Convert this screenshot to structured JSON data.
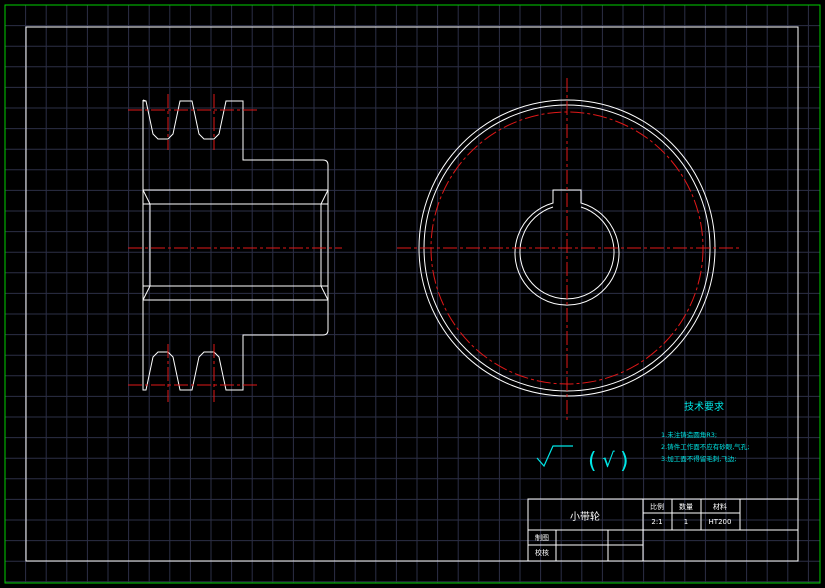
{
  "colors": {
    "background": "#000000",
    "grid": "#2c2f46",
    "outer_frame": "#00d000",
    "lines": "#ffffff",
    "centerlines": "#e01818",
    "notes": "#00e6e6"
  },
  "notes": {
    "heading": "技术要求",
    "items": [
      "1.未注铸造圆角R3;",
      "2.铸件工作面不应有砂眼,气孔;",
      "3.加工面不得留毛刺,飞边;"
    ]
  },
  "roughness": {
    "symbol": "√",
    "paren_open": "(",
    "paren_check": "√",
    "paren_close": ")"
  },
  "title_block": {
    "part_name": "小带轮",
    "headers": {
      "scale": "比例",
      "quantity": "数量",
      "material": "材料"
    },
    "values": {
      "scale": "2:1",
      "quantity": "1",
      "material": "HT200"
    },
    "roles": {
      "drawn": "制图",
      "checked": "校核"
    }
  }
}
